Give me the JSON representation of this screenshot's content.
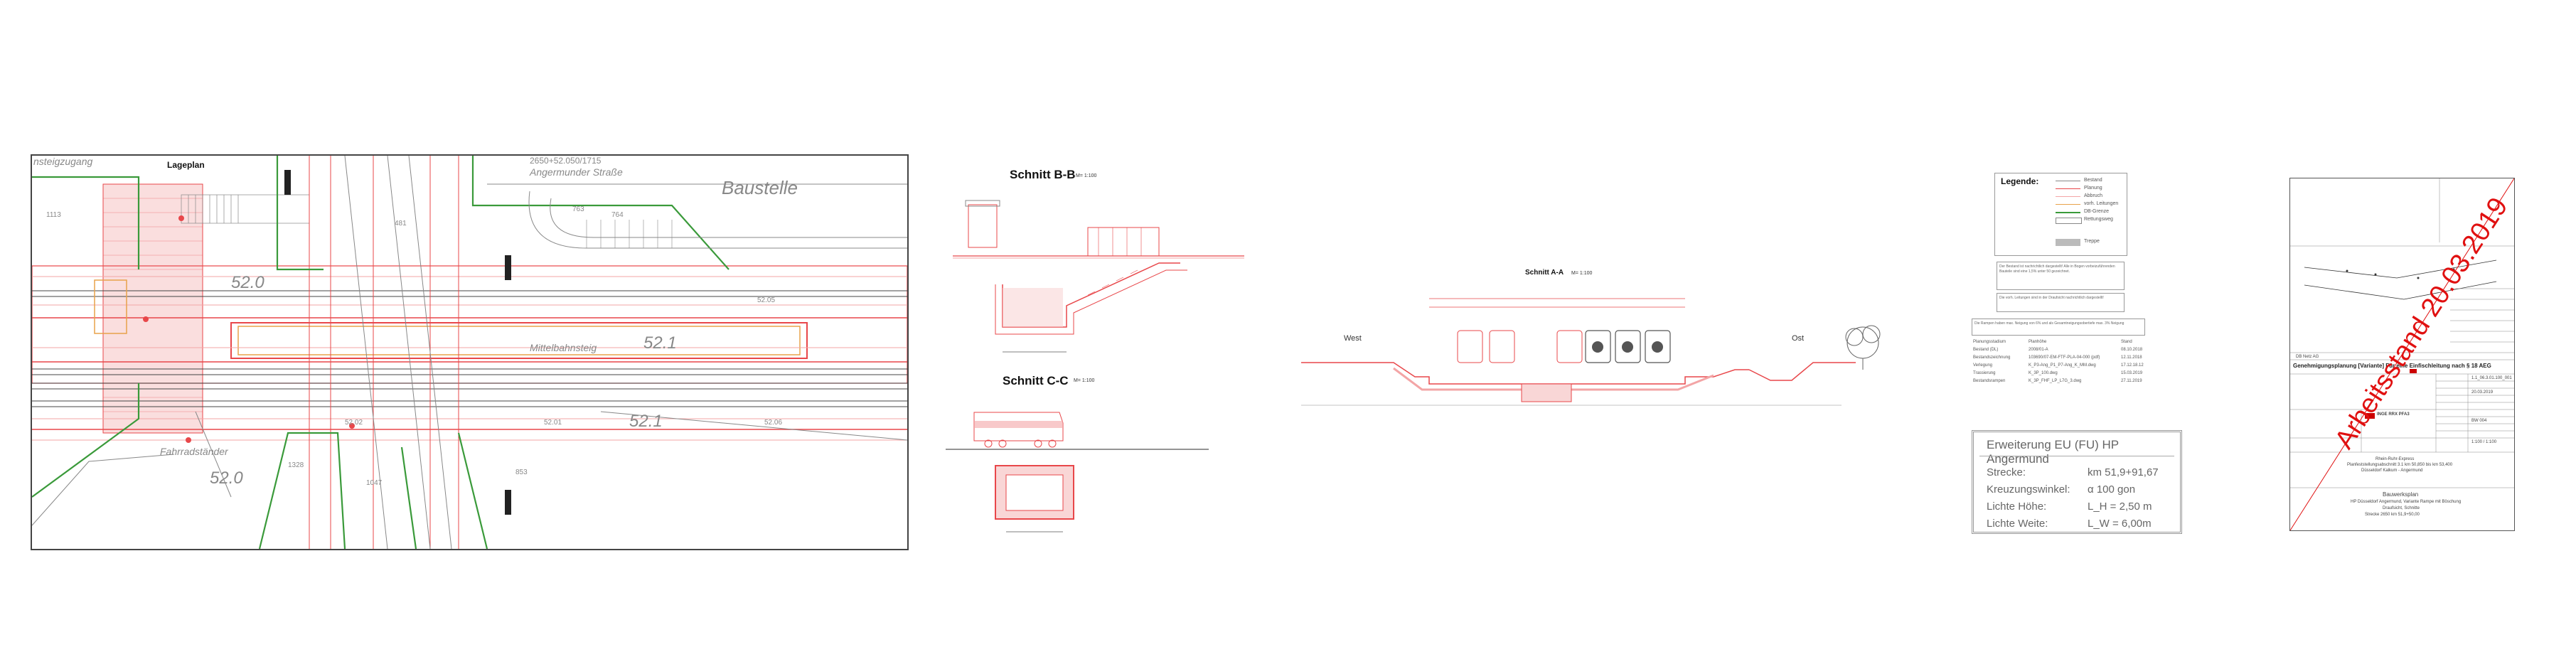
{
  "lageplan": {
    "title": "Lageplan",
    "labels": {
      "bahnsteigzugang": "nsteigzugang",
      "baustelle": "Baustelle",
      "street": "Angermunder Straße",
      "street_ref": "2650+52.050/1715",
      "elev_1": "52.0",
      "elev_2": "52.1",
      "elev_3": "52.1",
      "elev_4": "52.0",
      "mittelbahnsteig": "Mittelbahnsteig",
      "fahrradstaender": "Fahrradständer",
      "k52_05": "52.05",
      "k52_02": "52.02",
      "k52_01": "52.01",
      "k52_06": "52.06",
      "km_1113": "1113",
      "km_763": "763",
      "km_764": "764",
      "km_481": "481",
      "km_1047": "1047",
      "km_853": "853",
      "km_1328": "1328"
    }
  },
  "schnitt_bb": {
    "title": "Schnitt  B-B",
    "scale": "M= 1:100"
  },
  "schnitt_cc": {
    "title": "Schnitt  C-C",
    "scale": "M= 1:100"
  },
  "schnitt_aa": {
    "title": "Schnitt  A-A",
    "scale": "M= 1:100",
    "west": "West",
    "ost": "Ost"
  },
  "legend": {
    "title": "Legende:",
    "items": [
      "Bestand",
      "Planung",
      "Abbruch",
      "vorh. Leitungen",
      "DB-Grenze",
      "Rettungsweg",
      "Treppe"
    ],
    "note_1": "Der Bestand ist nachrichtlich dargestellt! Alle in Bogen vorbeizuführenden Bauteile sind eine 1,5% unter 50 gezeichnet.",
    "note_2": "Die vorh. Leitungen sind in der Draufsicht nachrichtlich dargestellt!",
    "note_3": "Die Rampen haben max. Neigung von 6% und als Gesamtneigungsobertiefe max. 3% Neigung",
    "table": [
      [
        "Planungsstadium",
        "Planhöhe",
        "Stand"
      ],
      [
        "Bestand (DL)",
        "2008/01-A",
        "08.10.2018"
      ],
      [
        "Bestandszeichnung",
        "103690/07-EM-FTF-PLA-04-000 (pdf)",
        "12.11.2018"
      ],
      [
        "Verlegung",
        "K_P3-Ang_P1_P7-Ang_K_MM.dwg",
        "17.12.18.12"
      ],
      [
        "Trassierung",
        "K_3P_100.dwg",
        "15.03.2019"
      ],
      [
        "Bestandsrampen",
        "K_3P_FHF_LP_L7G_3.dwg",
        "27.11.2019"
      ]
    ]
  },
  "project_info": {
    "title": "Erweiterung EU (FU) HP Angermund",
    "rows": [
      {
        "label": "Strecke:",
        "value": "km 51,9+91,67"
      },
      {
        "label": "Kreuzungswinkel:",
        "value": "α 100 gon"
      },
      {
        "label": "Lichte Höhe:",
        "value": "L_H = 2,50 m"
      },
      {
        "label": "Lichte Weite:",
        "value": "L_W = 6,00m"
      }
    ]
  },
  "title_block": {
    "header": "Genehmigungsplanung   [Variante] Für eine Einfischleitung nach § 18 AEG",
    "stamp": "Arbeitsstand 20.03.2019",
    "project": "Rhein-Ruhr-Express",
    "project_sub": "Planfeststellungsabschnitt 3.1 km 50,850 bis km 53,400",
    "project_sub2": "Düsseldorf Kalkum - Angermund",
    "company": "INGE RRX PFA3",
    "drawing_title": "Bauwerksplan",
    "drawing_sub": "HP Düsseldorf Angermund, Variante Rampe mit Böschung",
    "drawing_sub2": "Draufsicht, Schnitte",
    "drawing_sub3": "Strecke 2650     km 51,9+50,00",
    "scale_value": "1:100 / 1:100",
    "sheet_no": "BW 004",
    "plan_no": "1.1_06.3.01.100_001",
    "date": "20.03.2019",
    "vorhabentraeger": "DB Netz AG"
  },
  "colors": {
    "plan_red": "#e8474a",
    "plan_pink": "#f3a5a6",
    "existing_gray": "#8a8a8a",
    "boundary_green": "#3a9a3a",
    "fill_pink": "#f9d6d6",
    "orange": "#e8a24a",
    "stamp_red": "#e01010"
  }
}
